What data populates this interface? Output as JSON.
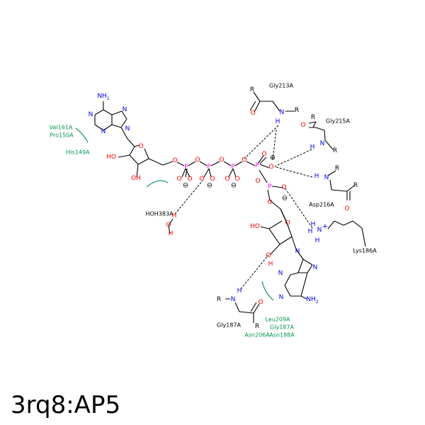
{
  "caption": "3rq8:AP5",
  "colors": {
    "carbon": "#000000",
    "nitrogen": "#0000ff",
    "oxygen": "#ff0000",
    "phosphorus": "#ff00ff",
    "hydrophobic_contact": "#00984c"
  },
  "residue_labels": {
    "gly213": "Gly213A",
    "gly215": "Gly215A",
    "asp216": "Asp216A",
    "lys186": "Lys186A",
    "gly187": "Gly187A",
    "hoh383": "HOH383A",
    "val161": "Val161A",
    "pro150": "Pro150A",
    "his149": "His149A",
    "leu209": "Leu209A",
    "gly187_contact": "Gly187A",
    "asn206": "Asn206A",
    "asn188": "Asn188A"
  },
  "atoms": {
    "n": "N",
    "o": "O",
    "p": "P",
    "h": "H",
    "r": "R",
    "nh2": "NH",
    "subscript_2": "2",
    "ho": "HO",
    "oh": "OH",
    "o_minus": "⊖",
    "plus": "+",
    "o_plus": "⊕"
  }
}
